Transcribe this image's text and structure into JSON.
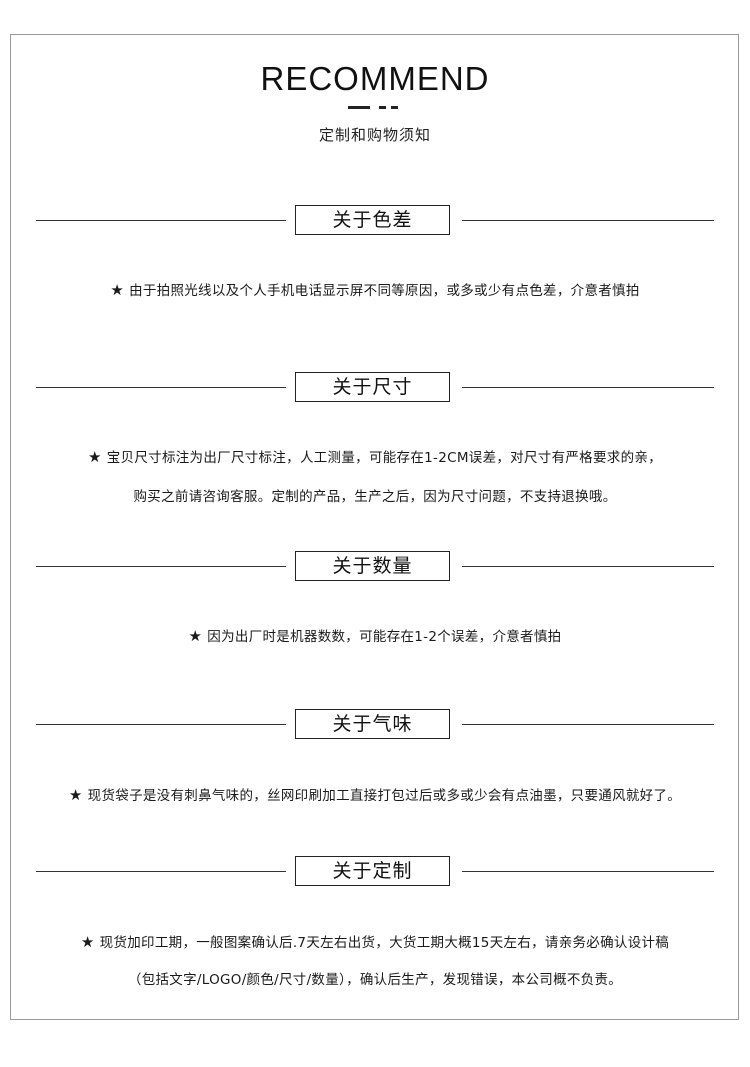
{
  "header": {
    "title": "RECOMMEND",
    "subtitle": "定制和购物须知"
  },
  "sections": [
    {
      "heading": "关于色差",
      "lines": [
        "由于拍照光线以及个人手机电话显示屏不同等原因，或多或少有点色差，介意者慎拍"
      ]
    },
    {
      "heading": "关于尺寸",
      "lines": [
        "宝贝尺寸标注为出厂尺寸标注，人工测量，可能存在1-2CM误差，对尺寸有严格要求的亲，",
        "购买之前请咨询客服。定制的产品，生产之后，因为尺寸问题，不支持退换哦。"
      ]
    },
    {
      "heading": "关于数量",
      "lines": [
        "因为出厂时是机器数数，可能存在1-2个误差，介意者慎拍"
      ]
    },
    {
      "heading": "关于气味",
      "lines": [
        "现货袋子是没有刺鼻气味的，丝网印刷加工直接打包过后或多或少会有点油墨，只要通风就好了。"
      ]
    },
    {
      "heading": "关于定制",
      "lines": [
        "现货加印工期，一般图案确认后.7天左右出货，大货工期大概15天左右，请亲务必确认设计稿",
        "（包括文字/LOGO/颜色/尺寸/数量），确认后生产，发现错误，本公司概不负责。"
      ]
    }
  ],
  "bullet": "★"
}
